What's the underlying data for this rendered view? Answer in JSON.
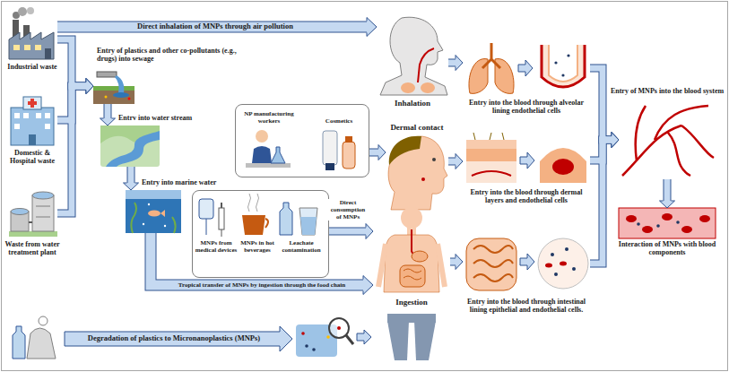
{
  "diagram": {
    "nodes": [
      {
        "text": [
          "Industrial waste"
        ]
      },
      {
        "text": [
          "Domestic & Hospital waste"
        ]
      },
      {
        "text": [
          "Waste from water treatment plant"
        ]
      },
      {
        "text": [
          "Entry of plastics and other co-pollutants (e.g., drugs) into sewage"
        ]
      },
      {
        "text": [
          "Entrv into water stream"
        ]
      },
      {
        "text": [
          "Entry into marine water"
        ]
      },
      {
        "text": []
      },
      {
        "text": [
          "NP manufacturing workers"
        ],
        "in": 6
      },
      {
        "text": [
          "Cosmetics"
        ],
        "in": 6
      },
      {
        "text": []
      },
      {
        "text": [
          "MNPs from medical devices"
        ],
        "in": 9
      },
      {
        "text": [
          "MNPs in hot beverages"
        ],
        "in": 9
      },
      {
        "text": [
          "Leachate contamination"
        ],
        "in": 9
      },
      {
        "text": [
          "Inhalation"
        ]
      },
      {
        "text": [
          "Dermal contact"
        ]
      },
      {
        "text": [
          "Ingestion"
        ]
      },
      {
        "text": [
          "Entry into the blood through alveolar lining endothelial cells"
        ]
      },
      {
        "text": [
          "Entry into the blood through dermal layers and endothelial cells"
        ]
      },
      {
        "text": [
          "Entry into the blood through intestinal lining epithelial and endothelial cells."
        ]
      },
      {
        "text": [
          "Entry of MNPs into the blood system"
        ]
      },
      {
        "text": [
          "Interaction of MNPs with blood components"
        ]
      }
    ],
    "edges": [
      {
        "from": 0,
        "to": 13,
        "arrow": "to",
        "label": "Direct inhalation of MNPs through air pollution"
      },
      {
        "from": 0,
        "to": 3,
        "arrow": "to"
      },
      {
        "from": 1,
        "to": 3,
        "arrow": "to"
      },
      {
        "from": 2,
        "to": 3,
        "arrow": "to"
      },
      {
        "from": 3,
        "to": 4,
        "arrow": "to"
      },
      {
        "from": 4,
        "to": 5,
        "arrow": "to"
      },
      {
        "from": 5,
        "to": 15,
        "arrow": "to",
        "label": "Tropical transfer of MNPs by ingestion through the food chain"
      },
      {
        "from": 6,
        "to": 14,
        "arrow": "to"
      },
      {
        "from": 9,
        "to": 15,
        "arrow": "to",
        "label": "Direct consumption of MNPs"
      },
      {
        "from": 13,
        "to": 16,
        "arrow": "to"
      },
      {
        "from": 14,
        "to": 17,
        "arrow": "to"
      },
      {
        "from": 15,
        "to": 18,
        "arrow": "to"
      },
      {
        "from": 16,
        "to": 19,
        "arrow": "to"
      },
      {
        "from": 17,
        "to": 19,
        "arrow": "to"
      },
      {
        "from": 18,
        "to": 19,
        "arrow": "to"
      },
      {
        "from": 19,
        "to": 20,
        "arrow": "to"
      }
    ],
    "labels": [
      "Degradation of plastics to Micronanoplastics (MNPs)"
    ]
  }
}
